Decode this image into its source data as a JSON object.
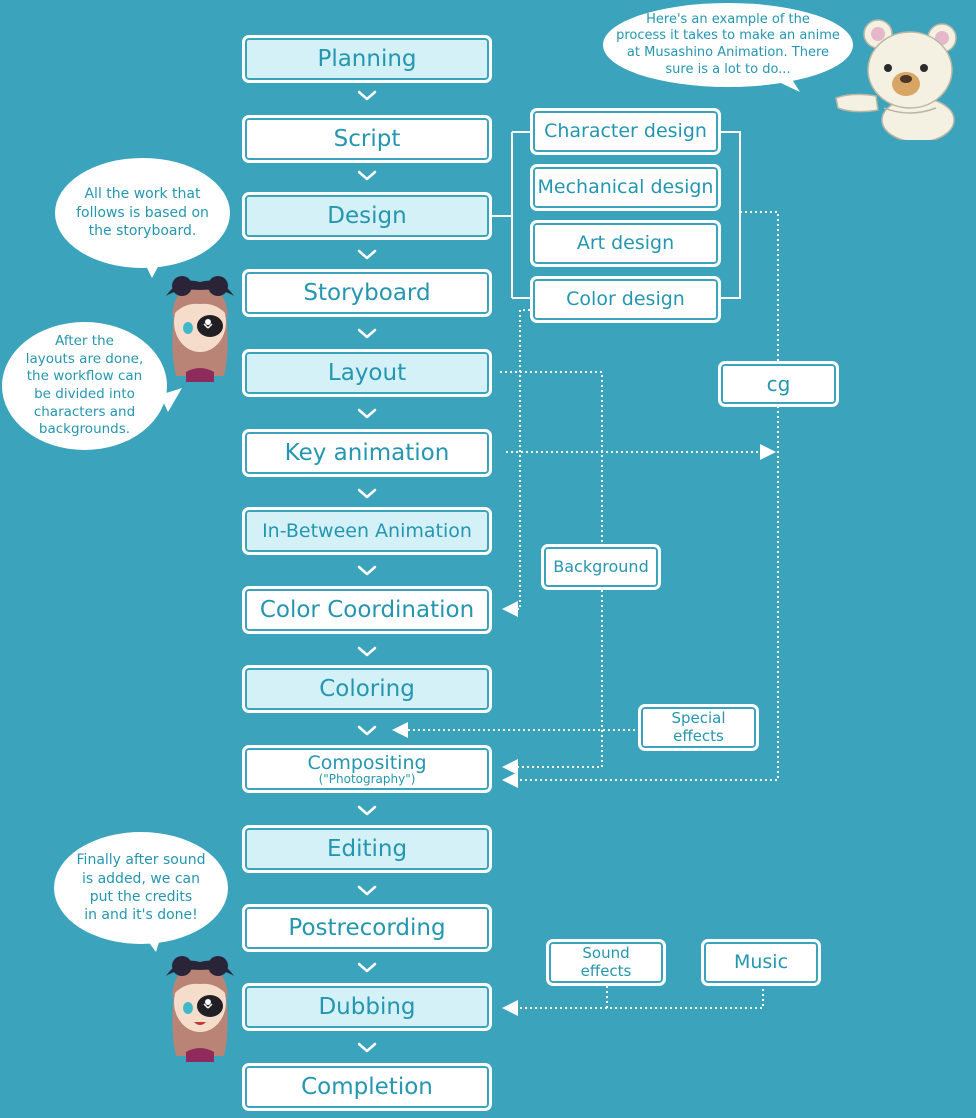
{
  "steps": {
    "planning": "Planning",
    "script": "Script",
    "design": "Design",
    "storyboard": "Storyboard",
    "layout": "Layout",
    "key_animation": "Key animation",
    "in_between": "In-Between Animation",
    "color_coordination": "Color Coordination",
    "coloring": "Coloring",
    "compositing": "Compositing",
    "compositing_sub": "(\"Photography\")",
    "editing": "Editing",
    "postrecording": "Postrecording",
    "dubbing": "Dubbing",
    "completion": "Completion"
  },
  "design_branches": {
    "character": "Character design",
    "mechanical": "Mechanical design",
    "art": "Art design",
    "color": "Color design"
  },
  "side_nodes": {
    "cg": "cg",
    "background": "Background",
    "special_effects_1": "Special",
    "special_effects_2": "effects",
    "sound_effects_1": "Sound",
    "sound_effects_2": "effects",
    "music": "Music"
  },
  "bubbles": {
    "bear": [
      "Here's an example of the",
      "process it takes to make an anime",
      "at Musashino Animation. There",
      "sure is a lot to do..."
    ],
    "storyboard": [
      "All the work that",
      "follows is based on",
      "the storyboard."
    ],
    "layout": [
      "After the",
      "layouts are done,",
      "the workflow can",
      "be divided into",
      "characters and",
      "backgrounds."
    ],
    "finally": [
      "Finally after sound",
      "is added, we can",
      "put the credits",
      "in and it's done!"
    ]
  },
  "colors": {
    "background": "#3ba3bb",
    "text": "#2596b0",
    "box_shade": "#d4f1f7",
    "line": "#ffffff"
  }
}
